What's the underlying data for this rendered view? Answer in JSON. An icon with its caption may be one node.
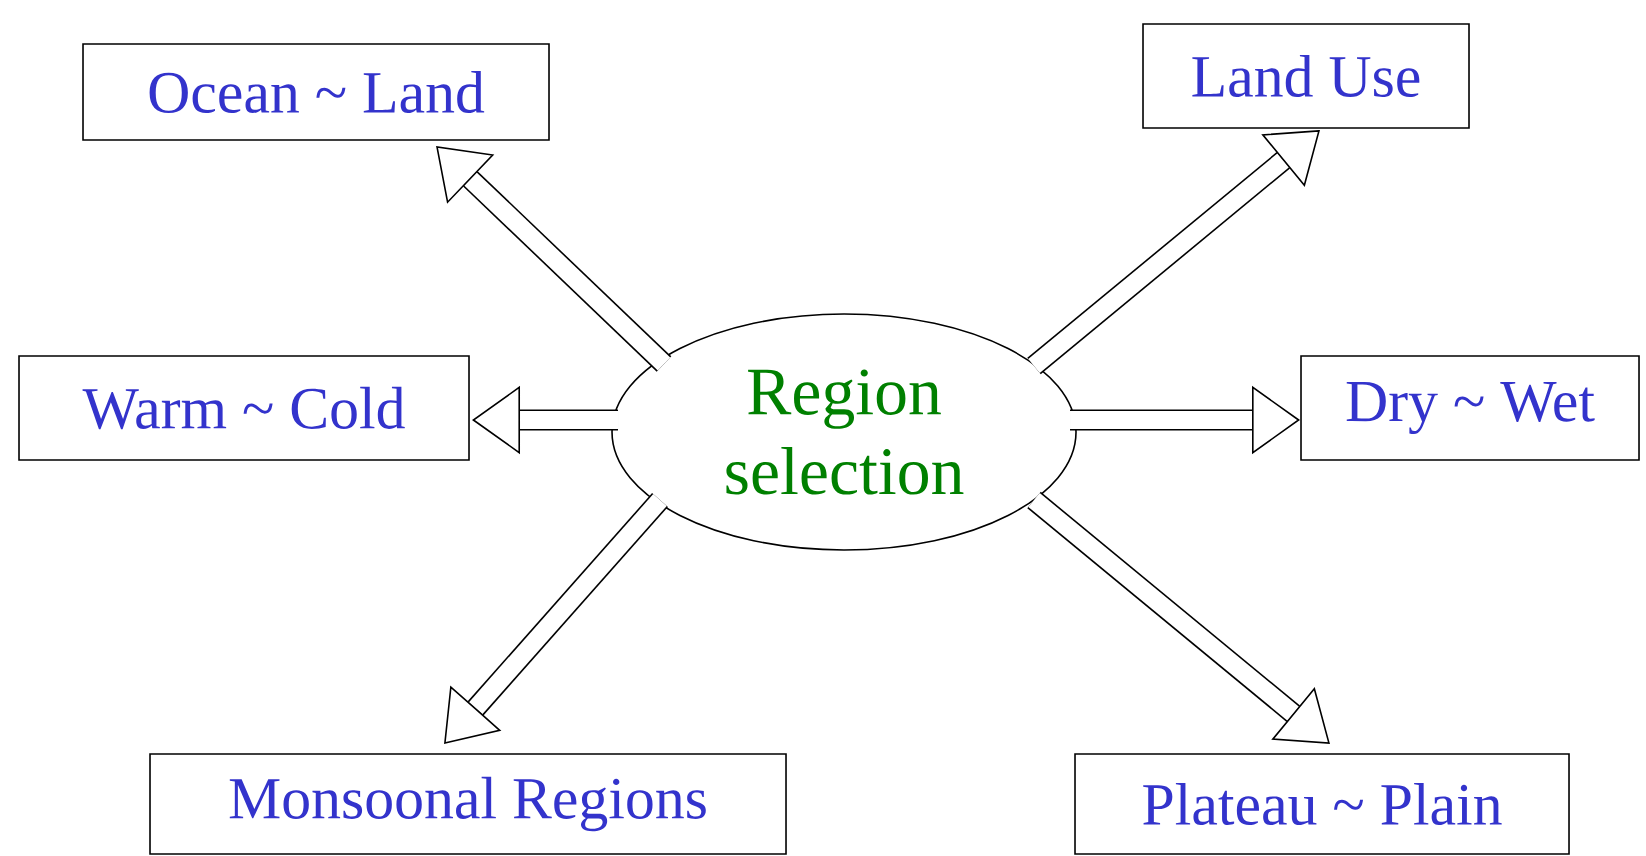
{
  "diagram": {
    "nodes": [
      {
        "text": [
          "Region selection"
        ]
      },
      {
        "text": [
          "Ocean ~ Land"
        ]
      },
      {
        "text": [
          "Land Use"
        ]
      },
      {
        "text": [
          "Warm ~ Cold"
        ]
      },
      {
        "text": [
          "Dry ~ Wet"
        ]
      },
      {
        "text": [
          "Monsoonal Regions"
        ]
      },
      {
        "text": [
          "Plateau ~ Plain"
        ]
      }
    ],
    "edges": [
      {
        "from": 0,
        "to": 1,
        "arrow": "to"
      },
      {
        "from": 0,
        "to": 2,
        "arrow": "to"
      },
      {
        "from": 0,
        "to": 3,
        "arrow": "to"
      },
      {
        "from": 0,
        "to": 4,
        "arrow": "to"
      },
      {
        "from": 0,
        "to": 5,
        "arrow": "to"
      },
      {
        "from": 0,
        "to": 6,
        "arrow": "to"
      }
    ]
  }
}
